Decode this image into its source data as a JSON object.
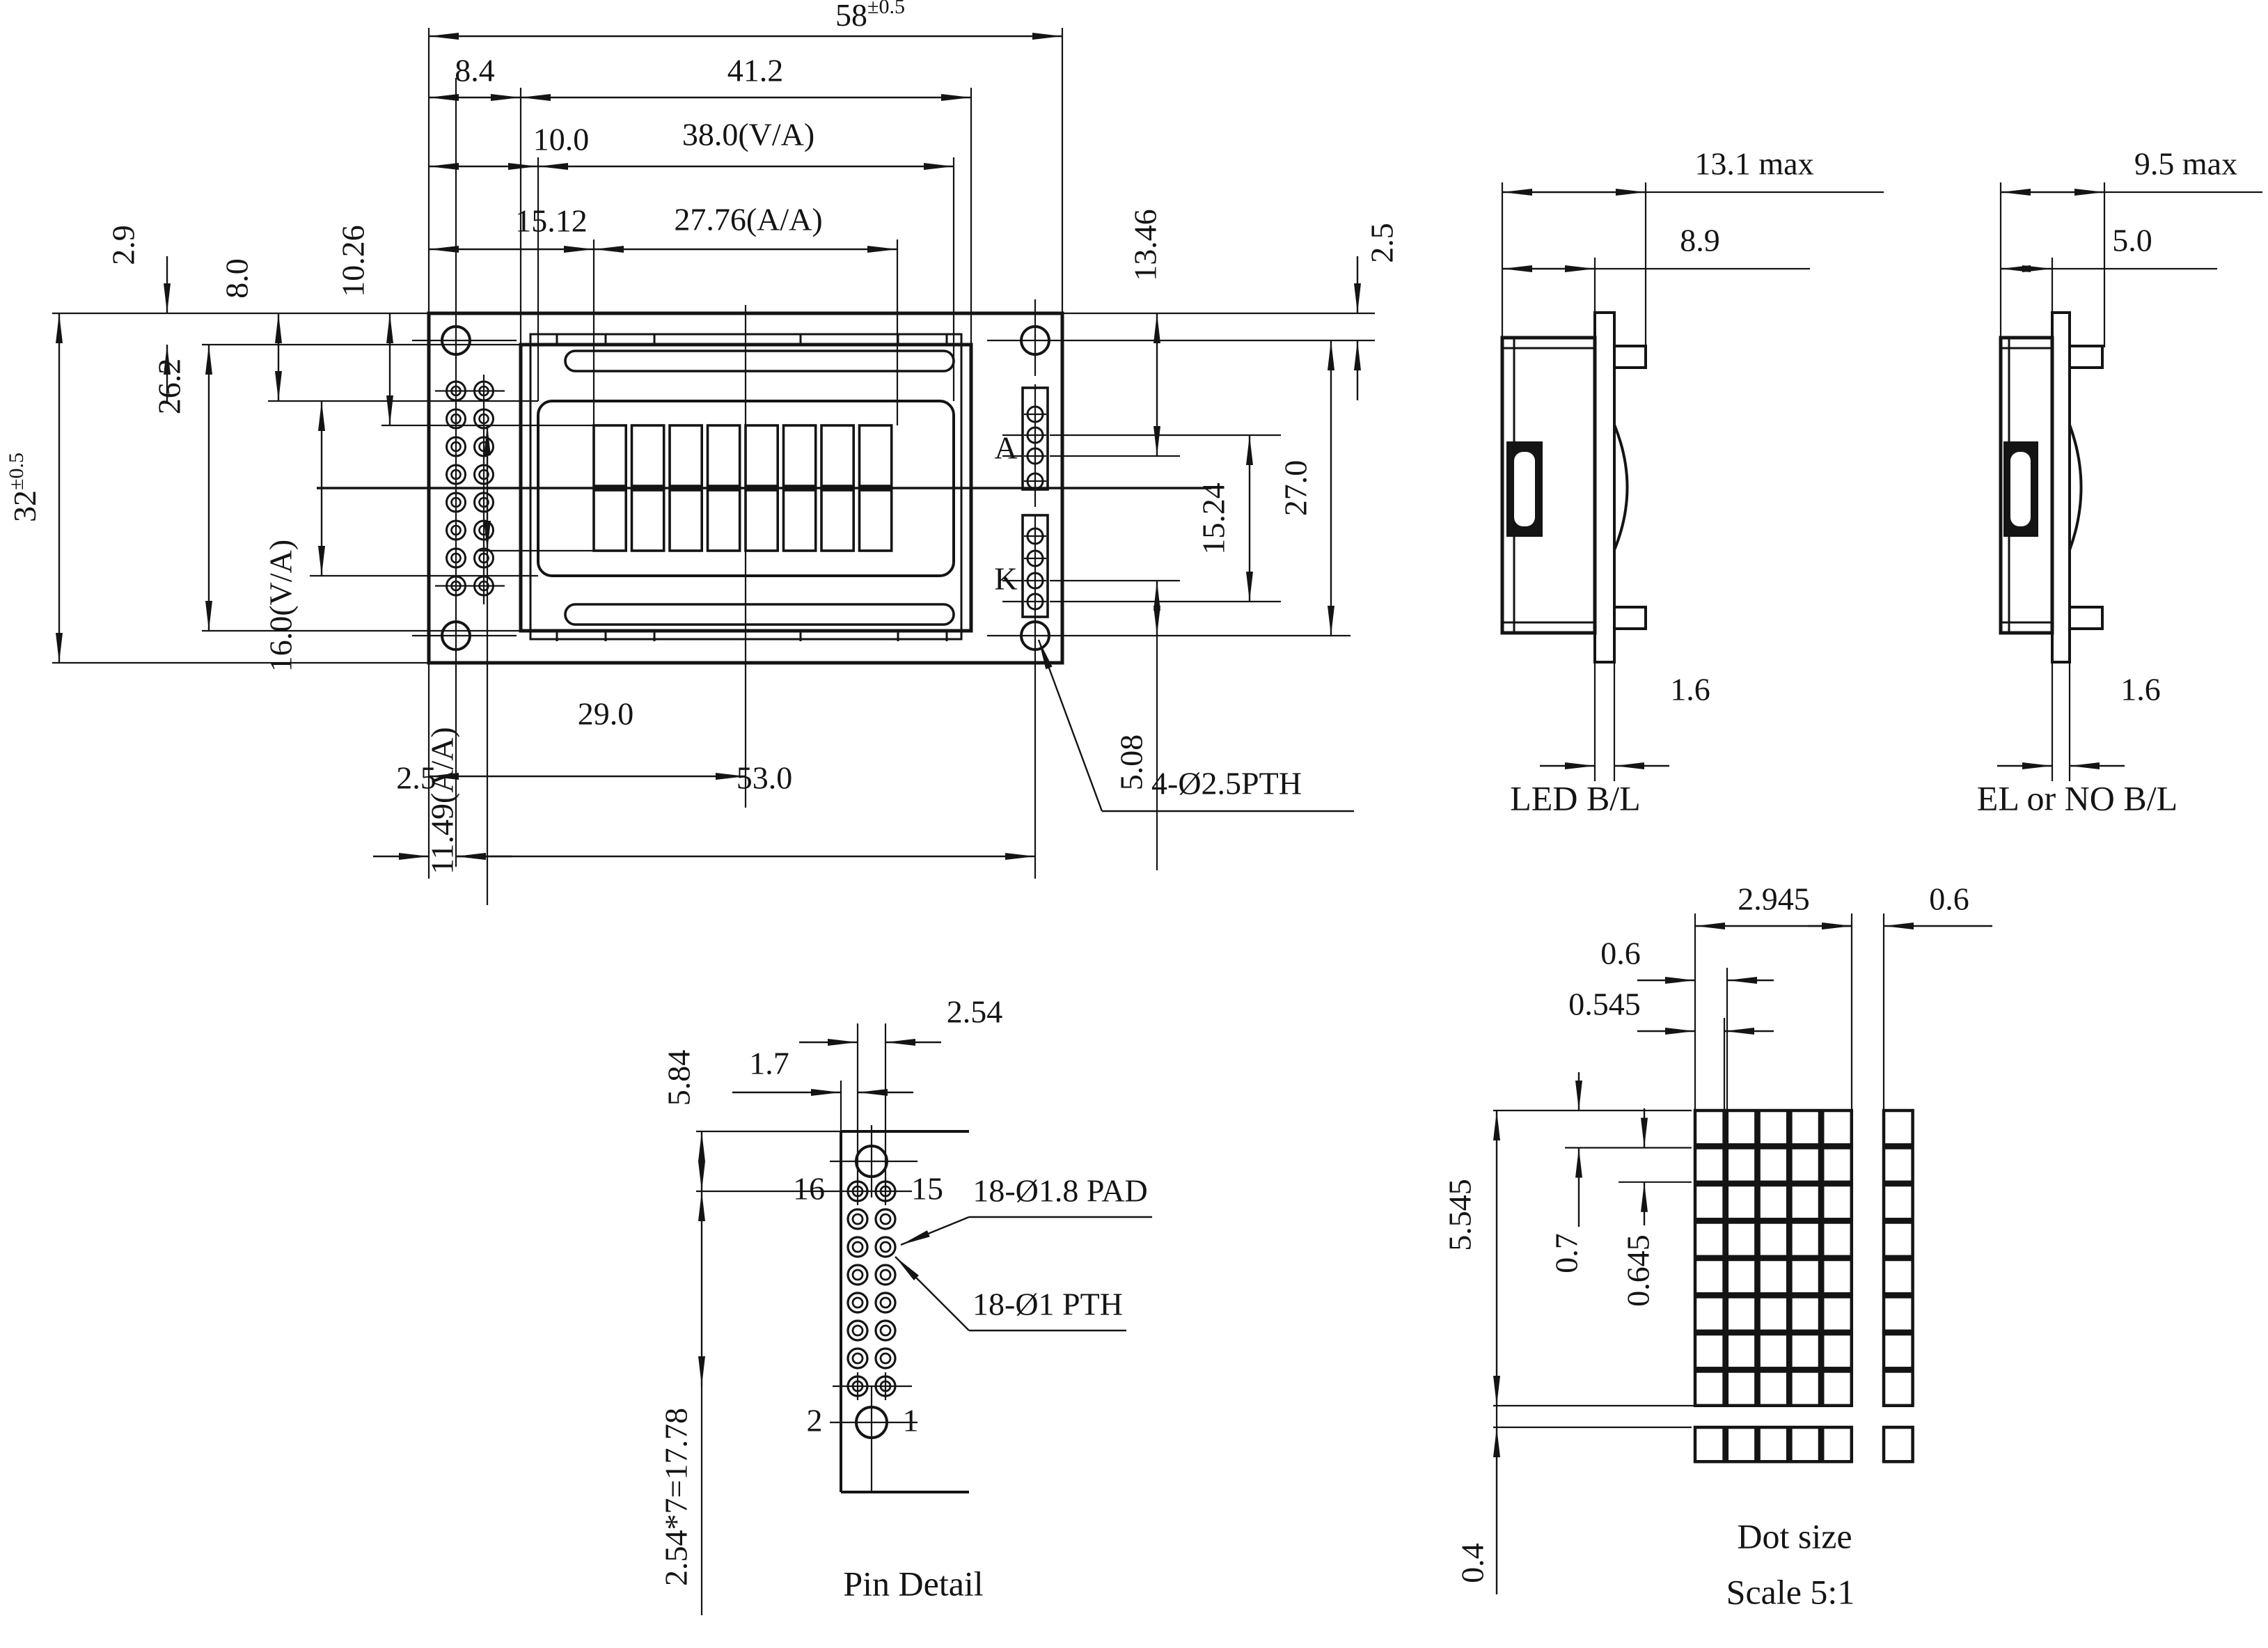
{
  "front_view": {
    "dim_labels": {
      "overall_width": "58",
      "overall_width_tol": "±0.5",
      "bezel_offset": "8.4",
      "bezel_width": "41.2",
      "window_offset": "10.0",
      "window_width": "38.0(V/A)",
      "aa_offset": "15.12",
      "aa_width": "27.76(A/A)",
      "pcb_top_to_anode": "13.46",
      "hole_edge_offset": "2.5",
      "anode_cathode_span": "15.24",
      "hole_row_span": "27.0",
      "cathode_to_hole": "5.08",
      "bezel_top_offset": "2.9",
      "window_top_offset": "8.0",
      "aa_top_offset": "10.26",
      "overall_height": "32",
      "overall_height_tol": "±0.5",
      "bezel_height": "26.2",
      "window_height": "16.0(V/A)",
      "aa_height": "11.49(A/A)",
      "pin_to_centerline": "29.0",
      "edge_to_pin": "2.5",
      "hole_col_span": "53.0",
      "mounting_hole_note": "4-Ø2.5PTH",
      "anode": "A",
      "cathode": "K"
    },
    "char_grid": {
      "cols": 8,
      "rows": 2
    },
    "pin_grid": {
      "cols": 2,
      "rows": 8
    }
  },
  "led_view": {
    "max_thickness": "13.1 max",
    "body_depth": "8.9",
    "pcb_thickness": "1.6",
    "caption": "LED B/L"
  },
  "el_view": {
    "max_thickness": "9.5 max",
    "body_depth": "5.0",
    "pcb_thickness": "1.6",
    "caption": "EL or NO B/L"
  },
  "pin_detail": {
    "pin_pitch": "2.54",
    "edge_to_pin": "1.7",
    "top_to_first_pin": "5.84",
    "row_span_eq": "2.54*7=17.78",
    "pin_16": "16",
    "pin_15": "15",
    "pin_2": "2",
    "pin_1": "1",
    "pad_note": "18-Ø1.8 PAD",
    "pth_note": "18-Ø1 PTH",
    "caption": "Pin Detail",
    "pad_grid": {
      "cols": 2,
      "rows": 8
    }
  },
  "dot_detail": {
    "char_width": "2.945",
    "char_gap": "0.6",
    "dot_pitch": "0.6",
    "dot_width": "0.545",
    "row_pitch": "0.7",
    "dot_height": "0.645",
    "char_height": "5.545",
    "block_gap": "0.4",
    "caption_line1": "Dot size",
    "caption_line2": "Scale 5:1",
    "matrix": {
      "cols": 5,
      "rows": 8
    }
  }
}
